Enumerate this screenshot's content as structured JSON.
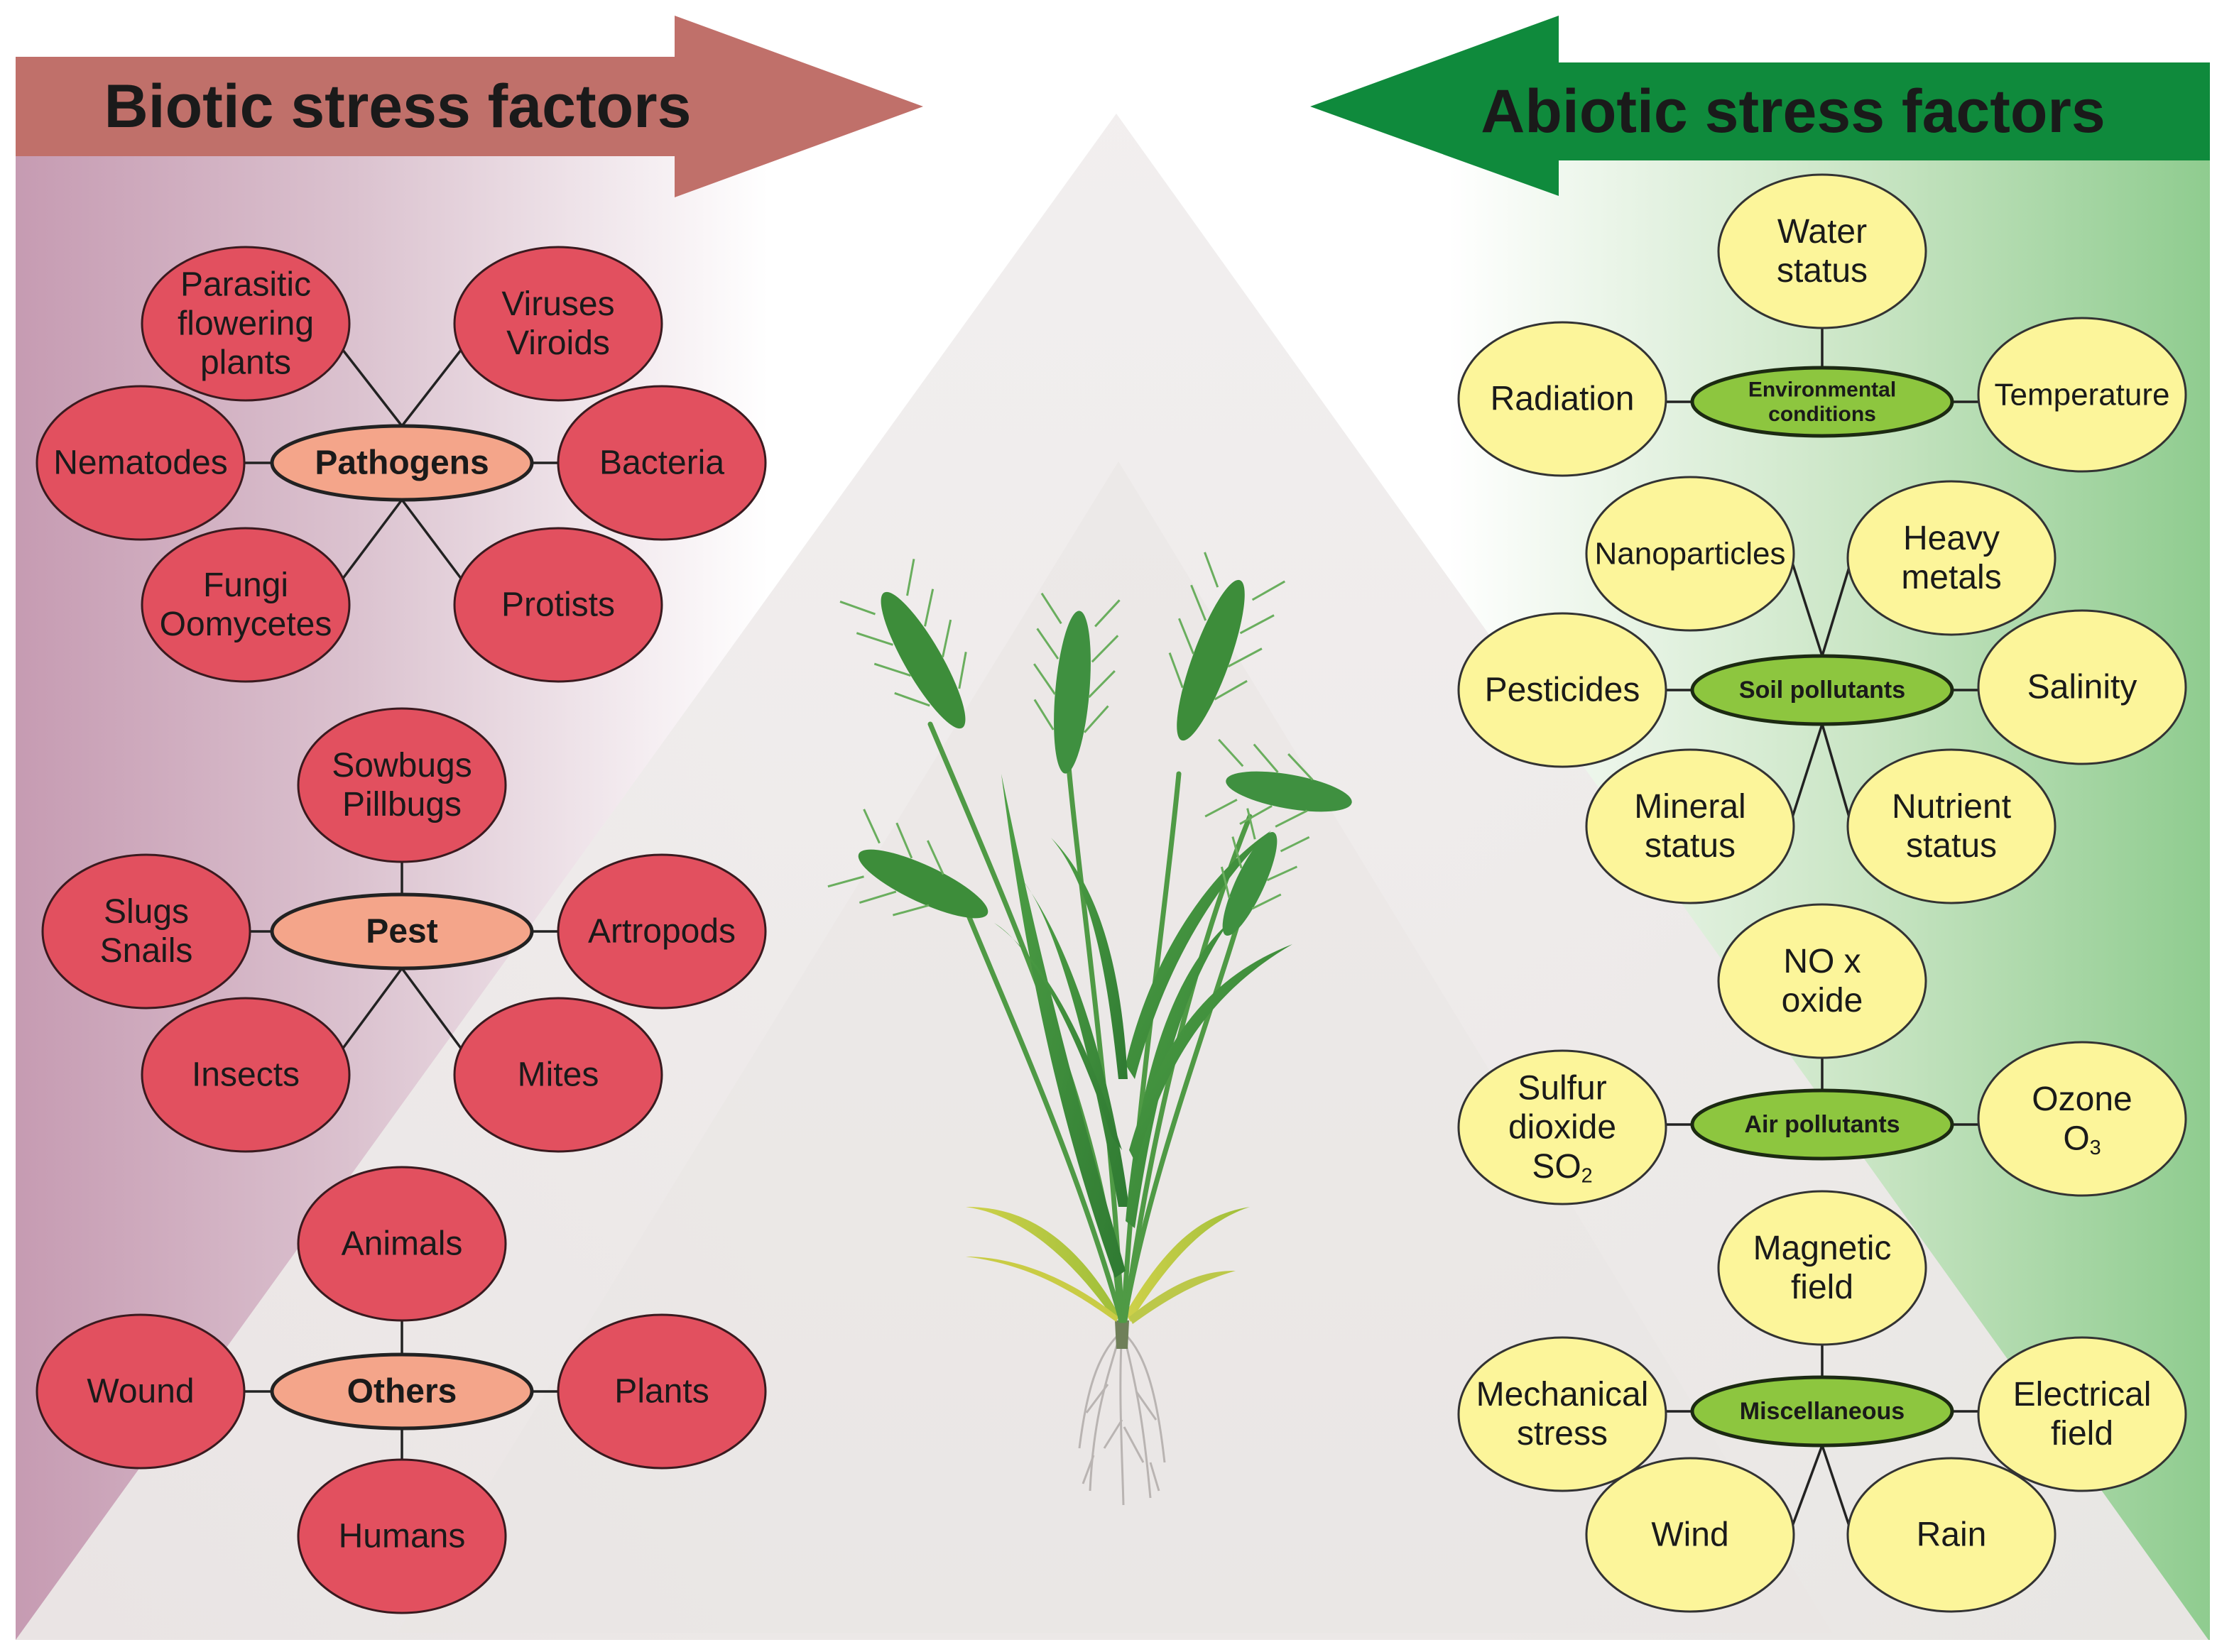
{
  "header": {
    "biotic_title": "Biotic stress factors",
    "abiotic_title": "Abiotic stress factors"
  },
  "biotic": {
    "pathogens": {
      "hub": "Pathogens",
      "nodes": [
        [
          "Parasitic",
          "flowering",
          "plants"
        ],
        [
          "Viruses",
          "Viroids"
        ],
        [
          "Nematodes"
        ],
        [
          "Bacteria"
        ],
        [
          "Fungi",
          "Oomycetes"
        ],
        [
          "Protists"
        ]
      ]
    },
    "pest": {
      "hub": "Pest",
      "nodes": [
        [
          "Sowbugs",
          "Pillbugs"
        ],
        [
          "Slugs",
          "Snails"
        ],
        [
          "Artropods"
        ],
        [
          "Insects"
        ],
        [
          "Mites"
        ]
      ]
    },
    "others": {
      "hub": "Others",
      "nodes": [
        [
          "Animals"
        ],
        [
          "Wound"
        ],
        [
          "Plants"
        ],
        [
          "Humans"
        ]
      ]
    }
  },
  "abiotic": {
    "environmental": {
      "hub": [
        "Environmental",
        "conditions"
      ],
      "nodes": [
        [
          "Water",
          "status"
        ],
        [
          "Radiation"
        ],
        [
          "Temperature"
        ]
      ]
    },
    "soil": {
      "hub": [
        "Soil pollutants"
      ],
      "nodes": [
        [
          "Nanoparticles"
        ],
        [
          "Heavy",
          "metals"
        ],
        [
          "Pesticides"
        ],
        [
          "Salinity"
        ],
        [
          "Mineral",
          "status"
        ],
        [
          "Nutrient",
          "status"
        ]
      ]
    },
    "air": {
      "hub": [
        "Air pollutants"
      ],
      "nodes": [
        [
          "NO x",
          "oxide"
        ],
        [
          "Sulfur",
          "dioxide",
          "SO",
          "2"
        ],
        [
          "Ozone",
          "O",
          "3"
        ]
      ]
    },
    "misc": {
      "hub": [
        "Miscellaneous"
      ],
      "nodes": [
        [
          "Magnetic",
          "field"
        ],
        [
          "Mechanical",
          "stress"
        ],
        [
          "Electrical",
          "field"
        ],
        [
          "Wind"
        ],
        [
          "Rain"
        ]
      ]
    }
  },
  "colors": {
    "biotic_arrow": "#c0706a",
    "abiotic_arrow": "#0f8a3c",
    "biotic_node": "#e2505f",
    "biotic_hub": "#f4a58a",
    "abiotic_node": "#fcf59a",
    "abiotic_hub": "#8dc63f",
    "plant_green": "#3f8f3a"
  },
  "icons": {
    "center": "wheat-plant-icon"
  }
}
